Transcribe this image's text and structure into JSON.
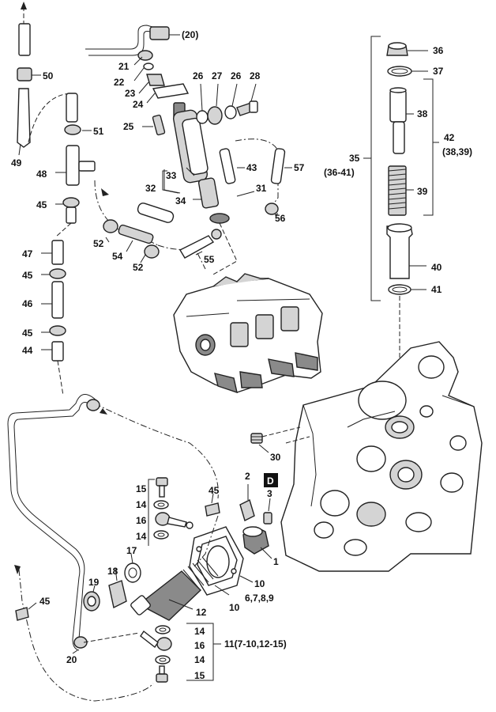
{
  "diagram": {
    "callouts": {
      "c20a": "(20)",
      "c50": "50",
      "c51": "51",
      "c49": "49",
      "c48": "48",
      "c45a": "45",
      "c47": "47",
      "c45b": "45",
      "c46": "46",
      "c45c": "45",
      "c44": "44",
      "c21": "21",
      "c22": "22",
      "c23": "23",
      "c24": "24",
      "c25": "25",
      "c26a": "26",
      "c27": "27",
      "c26b": "26",
      "c28": "28",
      "c33": "33",
      "c32": "32",
      "c34": "34",
      "c43": "43",
      "c57": "57",
      "c31": "31",
      "c56": "56",
      "c52a": "52",
      "c54": "54",
      "c52b": "52",
      "c55": "55",
      "c36": "36",
      "c37": "37",
      "c38": "38",
      "c42": "42",
      "c42sub": "(38,39)",
      "c35": "35",
      "c35sub": "(36-41)",
      "c39": "39",
      "c40": "40",
      "c41": "41",
      "c30": "30",
      "cD": "D",
      "c2": "2",
      "c3": "3",
      "c1": "1",
      "c15a": "15",
      "c14a": "14",
      "c16a": "16",
      "c14b": "14",
      "c45d": "45",
      "c17": "17",
      "c18": "18",
      "c19": "19",
      "c10a": "10",
      "c6789": "6,7,8,9",
      "c10b": "10",
      "c12": "12",
      "c45e": "45",
      "c14c": "14",
      "c16b": "16",
      "c14d": "14",
      "c15b": "15",
      "c11": "11(7-10,12-15)",
      "c20b": "20"
    }
  }
}
